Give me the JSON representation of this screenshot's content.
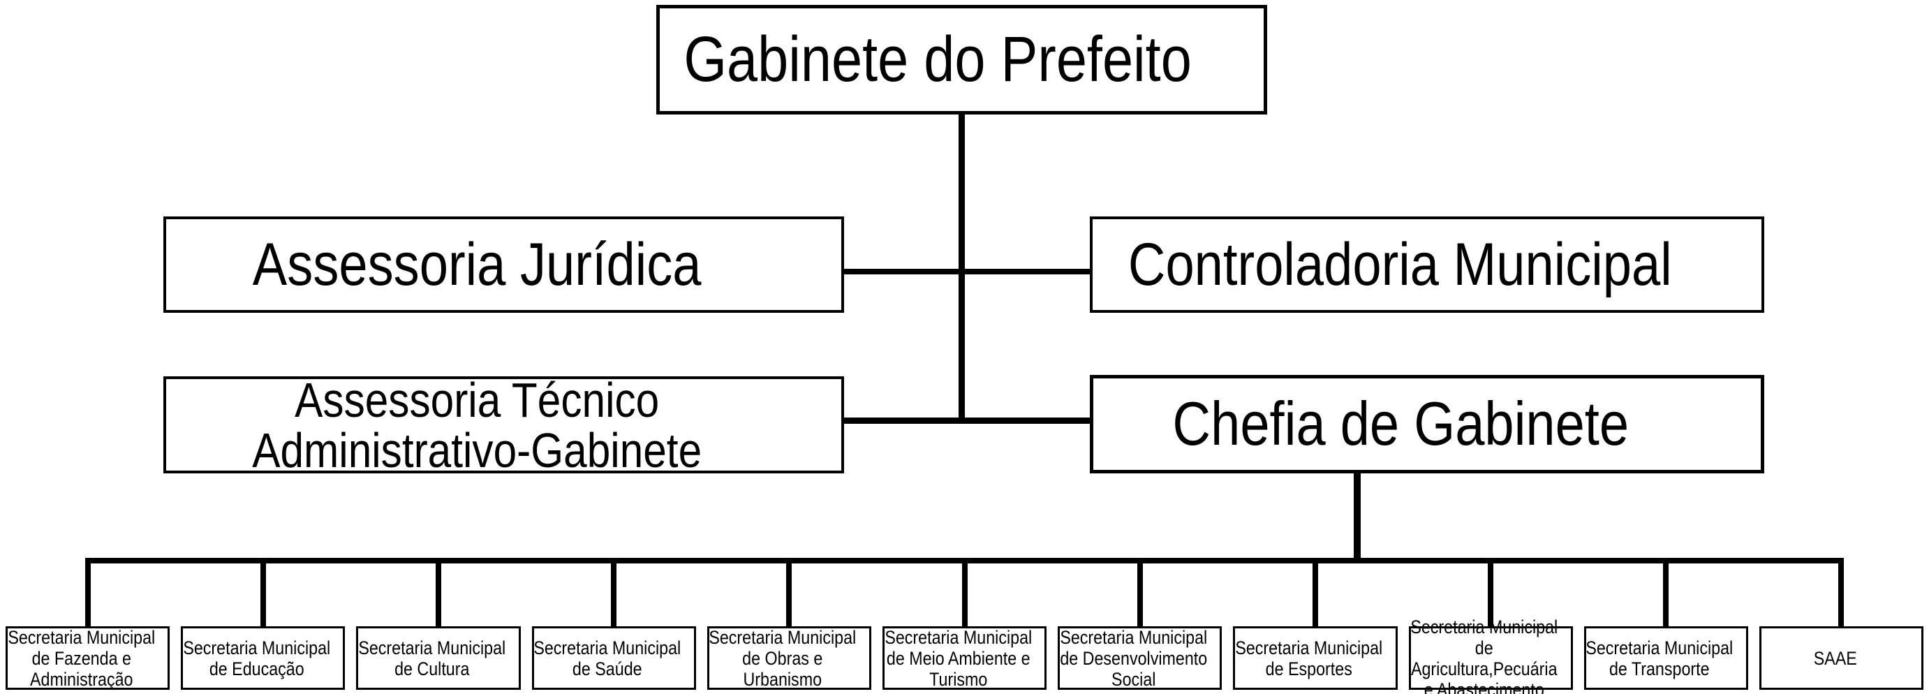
{
  "org": {
    "root": {
      "label": "Gabinete do Prefeito"
    },
    "level2": [
      {
        "label": "Assessoria Jurídica"
      },
      {
        "label": "Controladoria Municipal"
      }
    ],
    "level3": [
      {
        "lines": [
          "Assessoria Técnico",
          "Administrativo-Gabinete"
        ]
      },
      {
        "label": "Chefia de Gabinete"
      }
    ],
    "secretariats": [
      {
        "lines": [
          "Secretaria Municipal",
          "de Fazenda e",
          "Administração"
        ]
      },
      {
        "lines": [
          "Secretaria Municipal",
          "de Educação"
        ]
      },
      {
        "lines": [
          "Secretaria Municipal",
          "de Cultura"
        ]
      },
      {
        "lines": [
          "Secretaria Municipal",
          "de Saúde"
        ]
      },
      {
        "lines": [
          "Secretaria Municipal",
          "de Obras e Urbanismo"
        ]
      },
      {
        "lines": [
          "Secretaria Municipal",
          "de Meio Ambiente e",
          "Turismo"
        ]
      },
      {
        "lines": [
          "Secretaria Municipal",
          "de Desenvolvimento",
          "Social"
        ]
      },
      {
        "lines": [
          "Secretaria Municipal",
          "de Esportes"
        ]
      },
      {
        "lines": [
          "Secretaria Municipal de",
          "Agricultura,Pecuária",
          "e Abastecimento"
        ]
      },
      {
        "lines": [
          "Secretaria Municipal",
          "de Transporte"
        ]
      },
      {
        "lines": [
          "SAAE"
        ]
      }
    ]
  },
  "colors": {
    "background": "#ffffff",
    "line": "#000000",
    "box_border": "#000000",
    "text": "#000000"
  }
}
